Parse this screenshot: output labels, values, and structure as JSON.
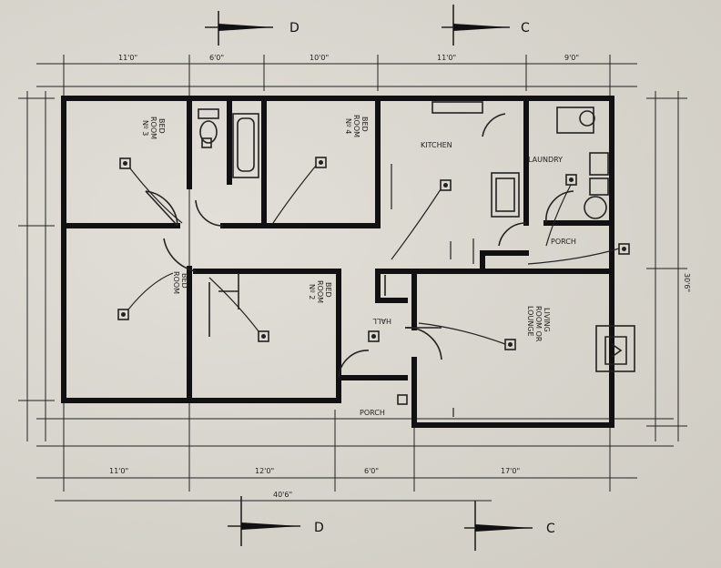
{
  "rooms": {
    "bed3": {
      "line1": "BED",
      "line2": "ROOM",
      "line3": "Nº 3"
    },
    "bed4": {
      "line1": "BED",
      "line2": "ROOM",
      "line3": "Nº 4"
    },
    "bed2": {
      "line1": "BED",
      "line2": "ROOM",
      "line3": "Nº 2"
    },
    "bed1": {
      "line1": "BED",
      "line2": "ROOM"
    },
    "kitchen": "KITCHEN",
    "laundry": "LAUNDRY",
    "porch_rear": "PORCH",
    "porch_front": "PORCH",
    "hall": "HALL",
    "living": {
      "line1": "LIVING",
      "line2": "ROOM OR",
      "line3": "LOUNGE"
    }
  },
  "section_marks": {
    "top_left": "D",
    "top_right": "C",
    "bottom_left": "D",
    "bottom_right": "C"
  },
  "dimensions": {
    "top": [
      "11'0\"",
      "6'0\"",
      "10'0\"",
      "11'0\"",
      "9'0\""
    ],
    "bottom": [
      "11'0\"",
      "12'0\"",
      "6'0\"",
      "17'0\""
    ],
    "overall_width": "40'6\"",
    "right_overall": "30'6\""
  }
}
